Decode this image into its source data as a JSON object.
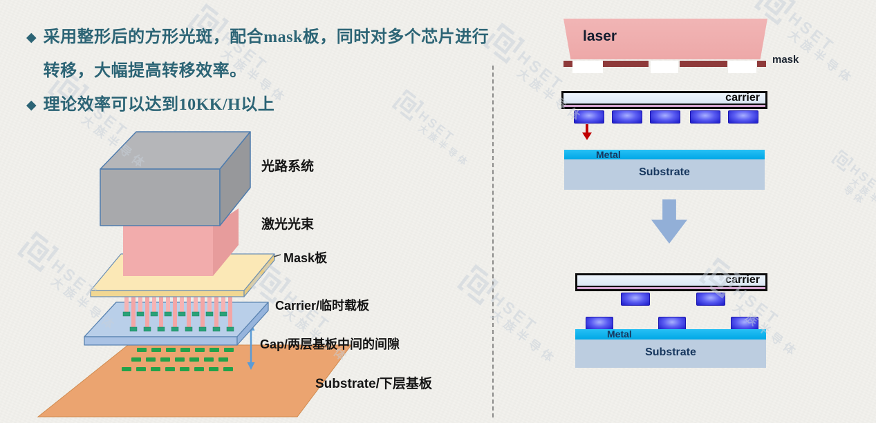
{
  "bullets": {
    "items": [
      {
        "marker": "◆",
        "text": "采用整形后的方形光斑，配合mask板，同时对多个芯片进行转移，大幅提高转移效率。"
      },
      {
        "marker": "◆",
        "text": "理论效率可以达到10KK/H以上"
      }
    ]
  },
  "left_diagram": {
    "labels": {
      "optical_system": "光路系统",
      "laser_beam": "激光光束",
      "mask_plate": "Mask板",
      "carrier": "Carrier/临时载板",
      "gap": "Gap/两层基板中间的间隙",
      "substrate": "Substrate/下层基板"
    }
  },
  "right_diagram": {
    "top": {
      "laser": "laser",
      "mask": "mask",
      "carrier": "carrier",
      "metal": "Metal",
      "substrate": "Substrate"
    },
    "bottom": {
      "carrier": "carrier",
      "metal": "Metal",
      "substrate": "Substrate"
    }
  },
  "watermark": {
    "brand": "HSET",
    "brand_cn": "大族半导体"
  },
  "colors": {
    "bullet_teal": "#2c6475",
    "laser_pink": "#efb1b1",
    "mask_dark_red": "#8e3a3a",
    "metal_cyan": "#00b0f0",
    "substrate_blue": "#bccde0",
    "chip_blue": "#2a2ad0",
    "carrier_fill": "#dfe9f5",
    "substrate_orange": "#eba470",
    "chip_green": "#22a24a",
    "watermark_gray": "#c7d0da"
  }
}
